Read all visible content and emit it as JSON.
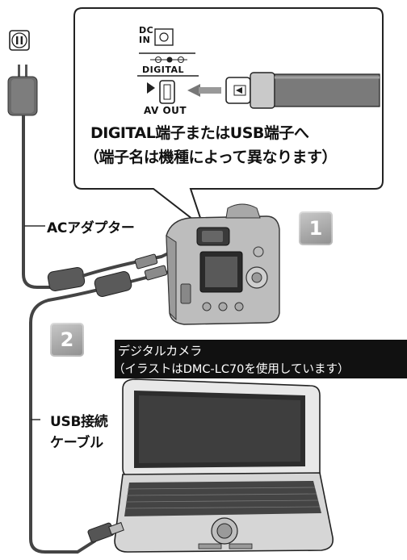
{
  "callout": {
    "port_dc_in": "DC\nIN",
    "port_digital": "DIGITAL",
    "port_av_out": "AV OUT",
    "line1": "DIGITAL端子またはUSB端子へ",
    "line2": "（端子名は機種によって異なります）"
  },
  "labels": {
    "ac_adapter": "ACアダプター",
    "usb_cable_line1": "USB接続",
    "usb_cable_line2": "ケーブル"
  },
  "steps": {
    "step1": "1",
    "step2": "2"
  },
  "camera_caption": {
    "line1": "デジタルカメラ",
    "line2": "（イラストはDMC-LC70を使用しています）"
  },
  "icons": [
    "outlet-icon",
    "ac-adapter-plug-icon",
    "digital-camera-icon",
    "laptop-icon",
    "usb-plug-icon",
    "mini-usb-plug-icon"
  ]
}
